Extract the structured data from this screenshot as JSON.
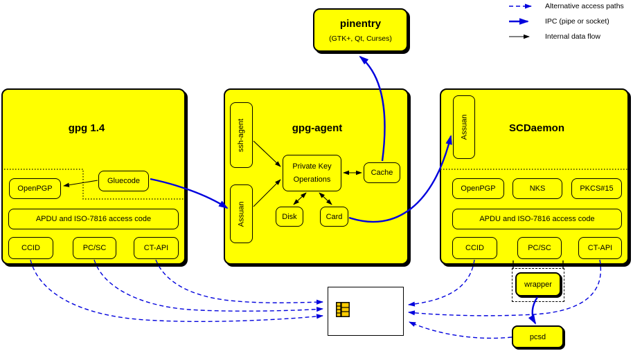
{
  "legend": {
    "items": [
      {
        "label": "Alternative access paths"
      },
      {
        "label": "IPC (pipe or socket)"
      },
      {
        "label": "Internal data flow"
      }
    ]
  },
  "pinentry": {
    "title": "pinentry",
    "subtitle": "(GTK+, Qt, Curses)"
  },
  "gpg14": {
    "title": "gpg 1.4",
    "openpgp": "OpenPGP",
    "gluecode": "Gluecode",
    "apdu": "APDU and ISO-7816 access code",
    "ccid": "CCID",
    "pcsc": "PC/SC",
    "ctapi": "CT-API"
  },
  "gpg_agent": {
    "title": "gpg-agent",
    "ssh_agent": "ssh-agent",
    "assuan": "Assuan",
    "pko_line1": "Private Key",
    "pko_line2": "Operations",
    "cache": "Cache",
    "disk": "Disk",
    "card": "Card"
  },
  "scdaemon": {
    "title": "SCDaemon",
    "assuan": "Assuan",
    "openpgp": "OpenPGP",
    "nks": "NKS",
    "pkcs15": "PKCS#15",
    "apdu": "APDU and ISO-7816 access code",
    "ccid": "CCID",
    "pcsc": "PC/SC",
    "ctapi": "CT-API"
  },
  "wrapper": {
    "label": "wrapper"
  },
  "pcsd": {
    "label": "pcsd"
  },
  "colors": {
    "box_yellow": "#ffff00",
    "ipc_blue": "#0000dd",
    "chip_gold": "#ffcc00"
  }
}
